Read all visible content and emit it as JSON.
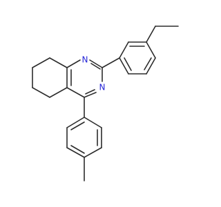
{
  "diagram": {
    "type": "chemical-structure",
    "colors": {
      "background": "#ffffff",
      "bond": "#2b2b2b",
      "nitrogen": "#2323d8"
    },
    "atom_labels": [
      {
        "id": "n1",
        "text": "N"
      },
      {
        "id": "n3",
        "text": "N"
      }
    ]
  }
}
